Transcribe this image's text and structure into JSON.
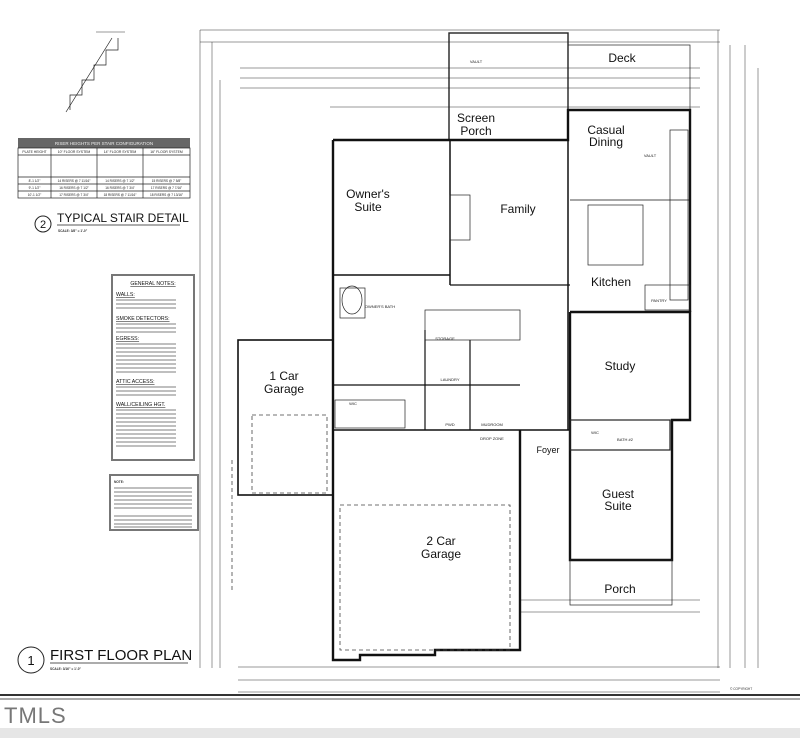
{
  "stair_detail": {
    "number": "2",
    "title": "TYPICAL STAIR DETAIL",
    "scale": "SCALE: 3/8\" = 1'-0\"",
    "table": {
      "header": "RISER HEIGHTS PER STAIR CONFIGURATION",
      "columns": [
        "PLATE HEIGHT",
        "10\" FLOOR SYSTEM",
        "14\" FLOOR SYSTEM",
        "16\" FLOOR SYSTEM"
      ],
      "rows": [
        [
          "8'-1 1/2\"",
          "14 RISERS @ 7 11/16\"",
          "14 RISERS @ 7 1/2\"",
          "15 RISERS @ 7 5/8\""
        ],
        [
          "9'-1 1/2\"",
          "16 RISERS @ 7 1/2\"",
          "16 RISERS @ 7 3/4\"",
          "17 RISERS @ 7 7/16\""
        ],
        [
          "10'-1 1/2\"",
          "17 RISERS @ 7 3/4\"",
          "18 RISERS @ 7 11/16\"",
          "18 RISERS @ 7 13/16\""
        ]
      ]
    }
  },
  "general_notes": {
    "title": "GENERAL NOTES:",
    "sections": [
      "WALLS:",
      "SMOKE DETECTORS:",
      "EGRESS:",
      "ATTIC ACCESS:",
      "WALL/CEILING HGT."
    ],
    "note_title": "NOTE:"
  },
  "floor_plan": {
    "number": "1",
    "title": "FIRST FLOOR PLAN",
    "scale": "SCALE: 3/16\" = 1'-0\"",
    "rooms": {
      "deck": "Deck",
      "screen_porch_1": "Screen",
      "screen_porch_2": "Porch",
      "casual_dining_1": "Casual",
      "casual_dining_2": "Dining",
      "owners_suite_1": "Owner's",
      "owners_suite_2": "Suite",
      "family": "Family",
      "kitchen": "Kitchen",
      "study": "Study",
      "one_car_1": "1 Car",
      "one_car_2": "Garage",
      "foyer": "Foyer",
      "guest_1": "Guest",
      "guest_2": "Suite",
      "two_car_1": "2 Car",
      "two_car_2": "Garage",
      "porch": "Porch"
    },
    "small_labels": {
      "wic": "WIC",
      "wic2": "WIC",
      "bath2": "BATH #2",
      "laundry": "LAUNDRY",
      "mudroom": "MUDROOM",
      "pwd": "PWD",
      "pantry": "PANTRY",
      "owners_bath": "OWNER'S BATH",
      "drop_zone": "DROP ZONE",
      "storage": "STORAGE",
      "vault1": "VAULT",
      "vault2": "VAULT"
    },
    "copyright": "© COPYRIGHT"
  },
  "watermark": "TMLS"
}
